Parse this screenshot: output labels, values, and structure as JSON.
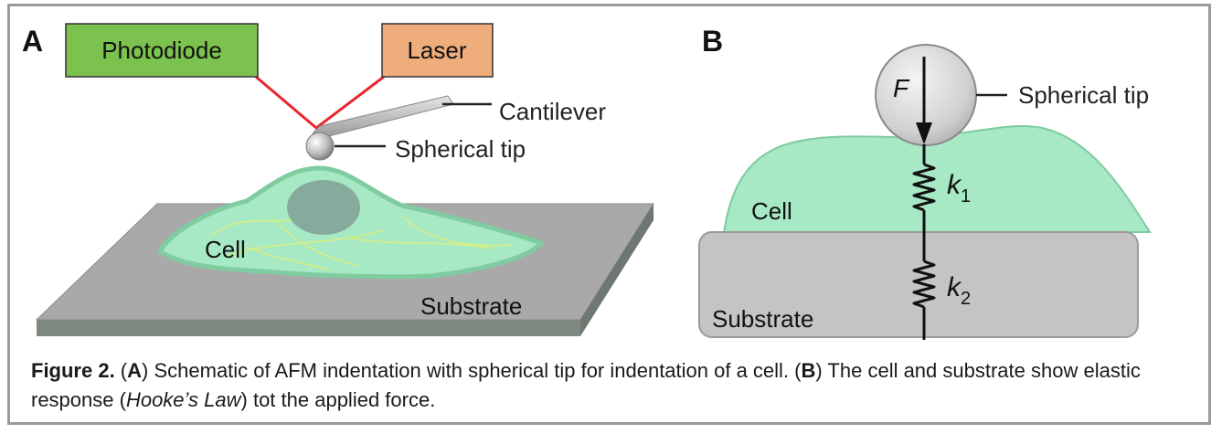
{
  "panels": {
    "a": {
      "letter": "A",
      "photodiode": "Photodiode",
      "laser": "Laser",
      "cantilever": "Cantilever",
      "tip": "Spherical tip",
      "cell": "Cell",
      "substrate": "Substrate"
    },
    "b": {
      "letter": "B",
      "force": "F",
      "tip": "Spherical tip",
      "cell": "Cell",
      "substrate": "Substrate",
      "k1_base": "k",
      "k1_sub": "1",
      "k2_base": "k",
      "k2_sub": "2"
    }
  },
  "caption": {
    "figure_label": "Figure 2.",
    "open_a": " (",
    "a": "A",
    "text_a": ") Schematic of AFM indentation with spherical tip for indentation of a cell. (",
    "b": "B",
    "text_b": ") The cell and substrate show elastic response (",
    "law": "Hooke’s Law",
    "text_end": ") tot the applied force."
  },
  "colors": {
    "photodiode": "#7cc24e",
    "laser": "#efad7c",
    "laser_beam": "#e8262b",
    "cell": "#a7e8c5",
    "substrate": "#c4c4c4"
  }
}
